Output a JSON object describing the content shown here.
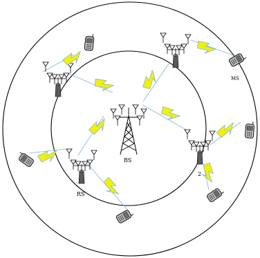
{
  "diagram": {
    "labels": {
      "base_station": "BS",
      "relay_station": "RS",
      "mobile_station": "MS",
      "relay_number": "2"
    },
    "colors": {
      "lightning_fill": "#f2f200",
      "lightning_edge": "#7fb2d8",
      "line": "#000000",
      "phone_body": "#bdbdbd"
    },
    "icons": [
      "base-station-tower-icon",
      "relay-station-icon",
      "mobile-phone-icon",
      "wireless-link-icon"
    ]
  }
}
